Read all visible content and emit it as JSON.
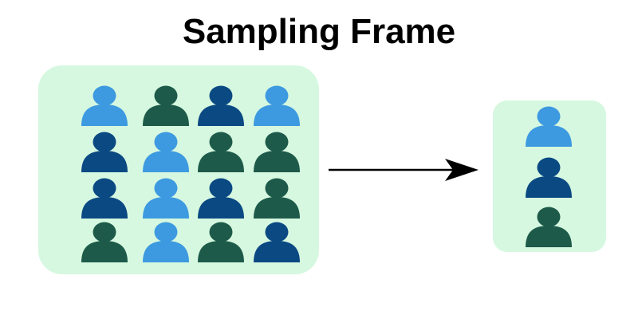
{
  "title": "Sampling Frame",
  "colors": {
    "panel": "#d6f8e0",
    "light_blue": "#3d9ae0",
    "dark_green": "#1d5a4a",
    "navy": "#0b4983",
    "arrow": "#000000"
  },
  "population": {
    "rows": 4,
    "columns": 4,
    "icon": "person-icon",
    "people": [
      "light_blue",
      "dark_green",
      "navy",
      "light_blue",
      "navy",
      "light_blue",
      "dark_green",
      "dark_green",
      "navy",
      "light_blue",
      "navy",
      "dark_green",
      "dark_green",
      "light_blue",
      "dark_green",
      "navy"
    ]
  },
  "sample": {
    "icon": "person-icon",
    "people": [
      "light_blue",
      "navy",
      "dark_green"
    ]
  },
  "connector": "right-arrow"
}
